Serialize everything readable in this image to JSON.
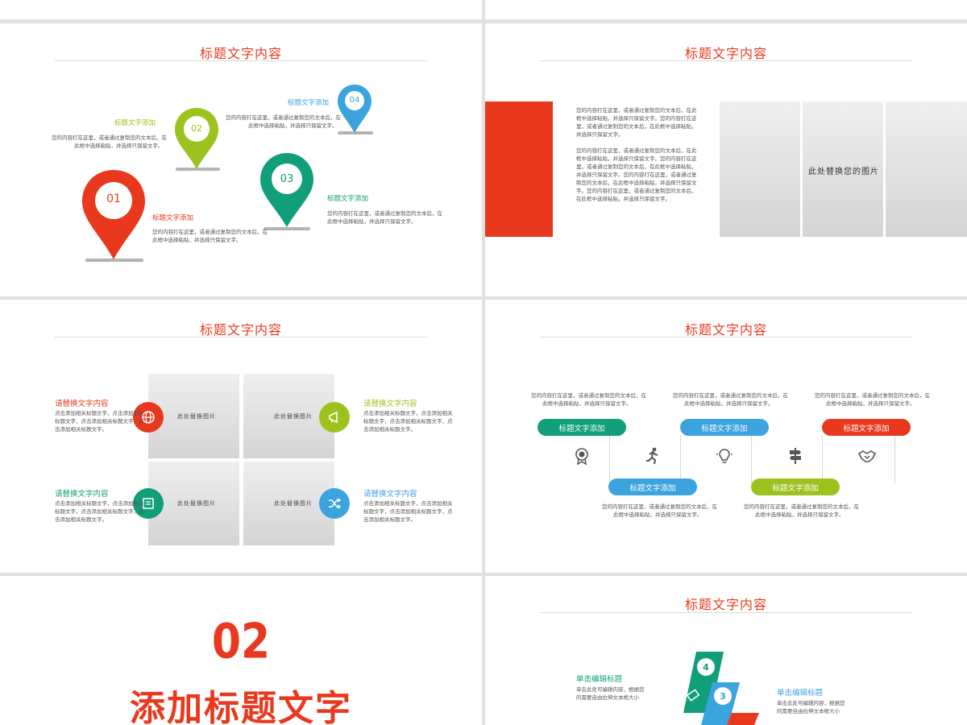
{
  "colors": {
    "red": "#e8391e",
    "lime": "#9cc31d",
    "teal": "#109e7b",
    "blue": "#3ba3dd",
    "title": "#e8391e"
  },
  "s2": {
    "title": "标题文字内容",
    "pins": [
      {
        "num": "01",
        "label": "标题文字添加",
        "desc1": "您的内容打在这里，或者通过复制您的文本后，在",
        "desc2": "此框中选择粘贴，并选择只保留文字。"
      },
      {
        "num": "02",
        "label": "标题文字添加",
        "desc1": "您的内容打在这里，或者通过复制您的文本后，在",
        "desc2": "此框中选择粘贴，并选择只保留文字。"
      },
      {
        "num": "03",
        "label": "标题文字添加",
        "desc1": "您的内容打在这里，或者通过复制您的文本后，在",
        "desc2": "此框中选择粘贴，并选择只保留文字。"
      },
      {
        "num": "04",
        "label": "标题文字添加",
        "desc1": "您的内容打在这里，或者通过复制您的文本后，在",
        "desc2": "此框中选择粘贴，并选择只保留文字。"
      }
    ]
  },
  "s3": {
    "title": "标题文字内容",
    "photo_text": "此处替换您的图片",
    "p1": [
      "您的内容打在这里，或者通过复制您的文本后，在此",
      "框中选择粘贴，并选择只保留文字。您的内容打在这",
      "里，或者通过复制您的文本后，在此框中选择粘贴，",
      "并选择只保留文字。"
    ],
    "p2": [
      "您的内容打在这里，或者通过复制您的文本后，在此",
      "框中选择粘贴，并选择只保留文字。您的内容打在这",
      "里，或者通过复制您的文本后，在此框中选择粘贴，",
      "并选择只保留文字。您的内容打在这里，或者通过复",
      "制您的文本后，在此框中选择粘贴，并选择只保留文",
      "字。您的内容打在这里，或者通过复制您的文本后，",
      "在此框中选择粘贴，并选择只保留文字。"
    ]
  },
  "s4": {
    "title": "标题文字内容",
    "photo_text": "此处替换图片",
    "items": [
      {
        "title": "请替换文字内容",
        "d1": "点击添加相关标题文字，点击添加相关",
        "d2": "标题文字，点击添加相关标题文字，点",
        "d3": "击添加相关标题文字。"
      },
      {
        "title": "请替换文字内容",
        "d1": "点击添加相关标题文字，点击添加相关",
        "d2": "标题文字，点击添加相关标题文字，点",
        "d3": "击添加相关标题文字。"
      },
      {
        "title": "请替换文字内容",
        "d1": "点击添加相关标题文字，点击添加相关",
        "d2": "标题文字，点击添加相关标题文字，点",
        "d3": "击添加相关标题文字。"
      },
      {
        "title": "请替换文字内容",
        "d1": "点击添加相关标题文字，点击添加相关",
        "d2": "标题文字，点击添加相关标题文字，点",
        "d3": "击添加相关标题文字。"
      }
    ]
  },
  "s5": {
    "title": "标题文字内容",
    "pills": [
      "标题文字添加",
      "标题文字添加",
      "标题文字添加",
      "标题文字添加",
      "标题文字添加"
    ],
    "desc1": "您的内容打在这里，或者通过复制您的文本后，在",
    "desc2": "此框中选择粘贴，并选择只保留文字。",
    "icons": [
      "badge-icon",
      "runner-icon",
      "lightbulb-icon",
      "signpost-icon",
      "handshake-icon"
    ]
  },
  "s6": {
    "number": "02",
    "heading": "添加标题文字"
  },
  "s7": {
    "title": "标题文字内容",
    "left": {
      "title": "单击编辑标题",
      "d1": "单击此处可编辑内容，根据您",
      "d2": "的需要自由拉伸文本框大小"
    },
    "right": {
      "title": "单击编辑标题",
      "d1": "单击此处可编辑内容，根据您",
      "d2": "的需要自由拉伸文本框大小"
    },
    "nums": [
      "4",
      "3"
    ]
  }
}
